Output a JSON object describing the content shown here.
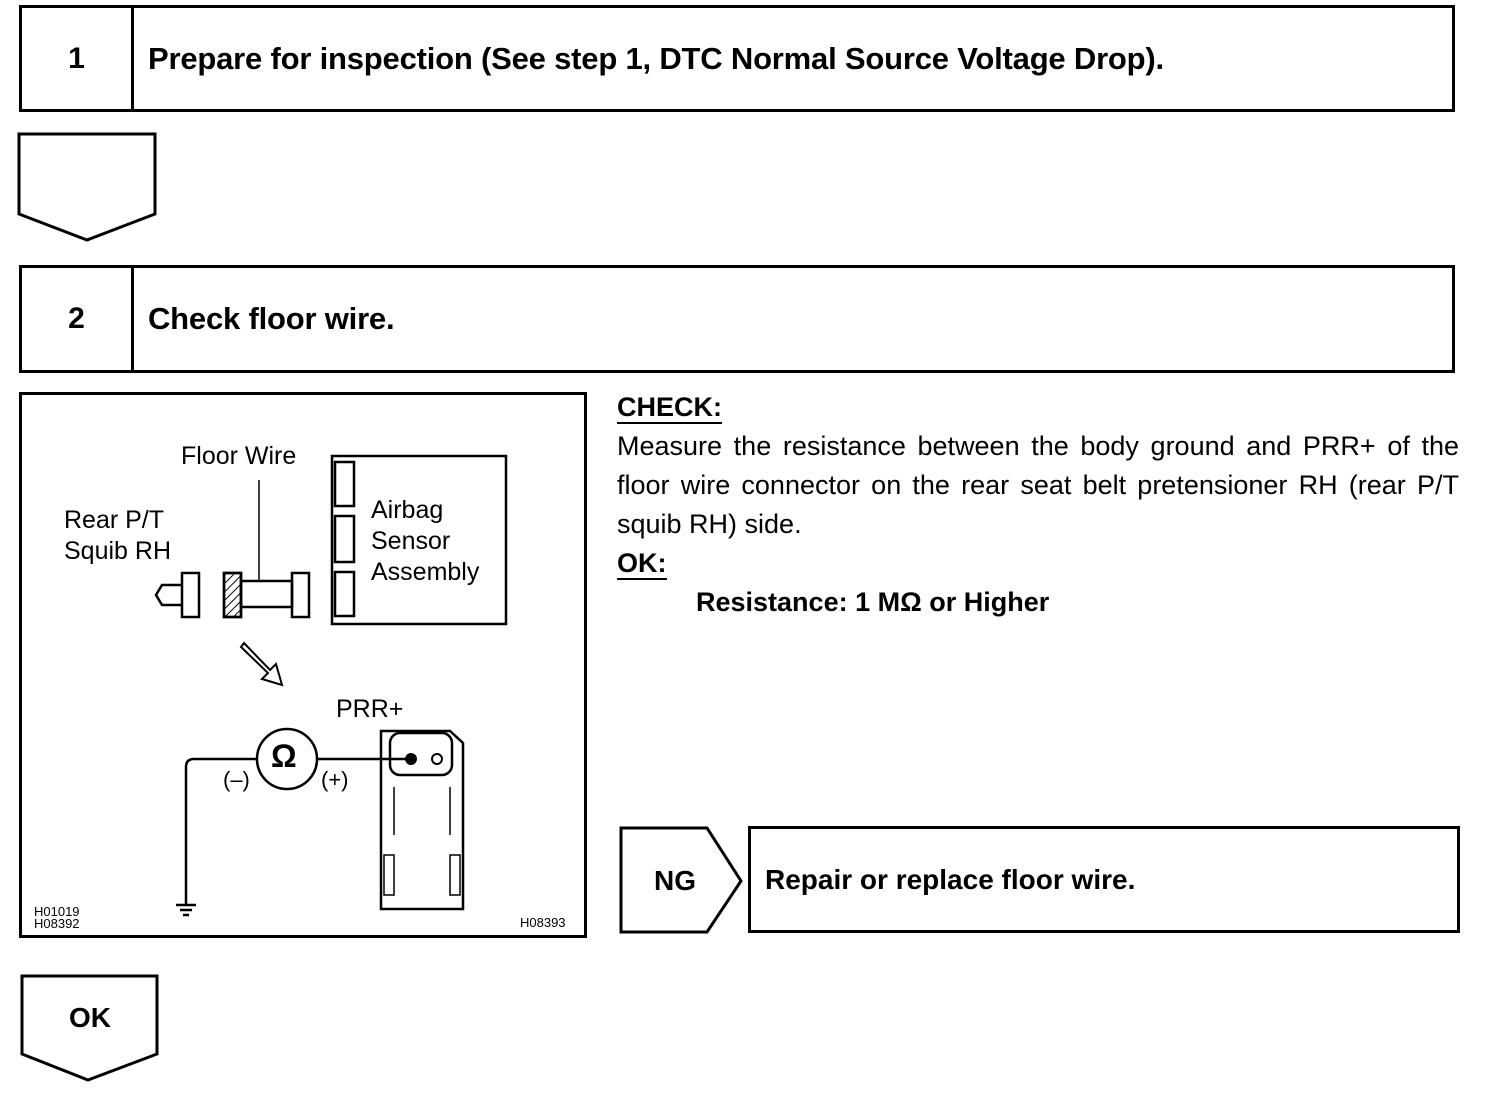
{
  "steps": [
    {
      "number": "1",
      "title": "Prepare for inspection (See step 1, DTC Normal Source Voltage Drop)."
    },
    {
      "number": "2",
      "title": "Check floor wire."
    }
  ],
  "figure": {
    "floor_wire": "Floor Wire",
    "rear_pt_line1": "Rear P/T",
    "rear_pt_line2": "Squib RH",
    "airbag_line1": "Airbag",
    "airbag_line2": "Sensor",
    "airbag_line3": "Assembly",
    "prr": "PRR+",
    "ohm": "Ω",
    "minus": "(–)",
    "plus": "(+)",
    "code_left_1": "H01019",
    "code_left_2": "H08392",
    "code_right": "H08393"
  },
  "check": {
    "heading": "CHECK:",
    "text": "Measure the resistance between the body ground and PRR+ of the floor wire connector on the rear seat belt pretensioner RH (rear P/T squib RH) side.",
    "ok_heading": "OK:",
    "ok_spec": "Resistance: 1 MΩ or Higher"
  },
  "ng": {
    "label": "NG",
    "action": "Repair or replace floor wire."
  },
  "ok_result": {
    "label": "OK"
  }
}
